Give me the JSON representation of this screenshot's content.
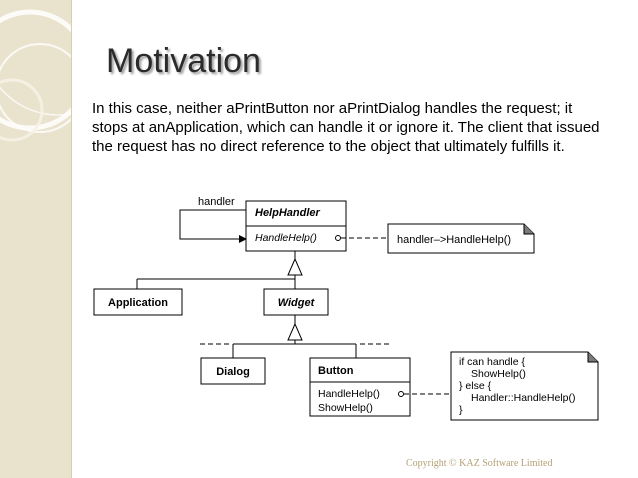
{
  "slide": {
    "title": "Motivation",
    "body": "In this case, neither aPrintButton nor aPrintDialog handles the request; it stops at anApplication, which can handle it or ignore it. The client that issued the request has no direct reference to the object that ultimately fulfills it.",
    "copyright": "Copyright  © KAZ Software Limited"
  },
  "diagram": {
    "handler_label": "handler",
    "help_handler": {
      "name": "HelpHandler",
      "method": "HandleHelp()"
    },
    "note_top": "handler–>HandleHelp()",
    "application": "Application",
    "widget": "Widget",
    "dialog": "Dialog",
    "button": {
      "name": "Button",
      "methods": [
        "HandleHelp()",
        "ShowHelp()"
      ]
    },
    "note_code": [
      "if can handle {",
      "ShowHelp()",
      "} else {",
      "Handler::HandleHelp()",
      "}"
    ]
  },
  "colors": {
    "sidebar": "#e9e2cd",
    "accent": "#b5a074",
    "title_shadow": "#9a9a9a"
  }
}
